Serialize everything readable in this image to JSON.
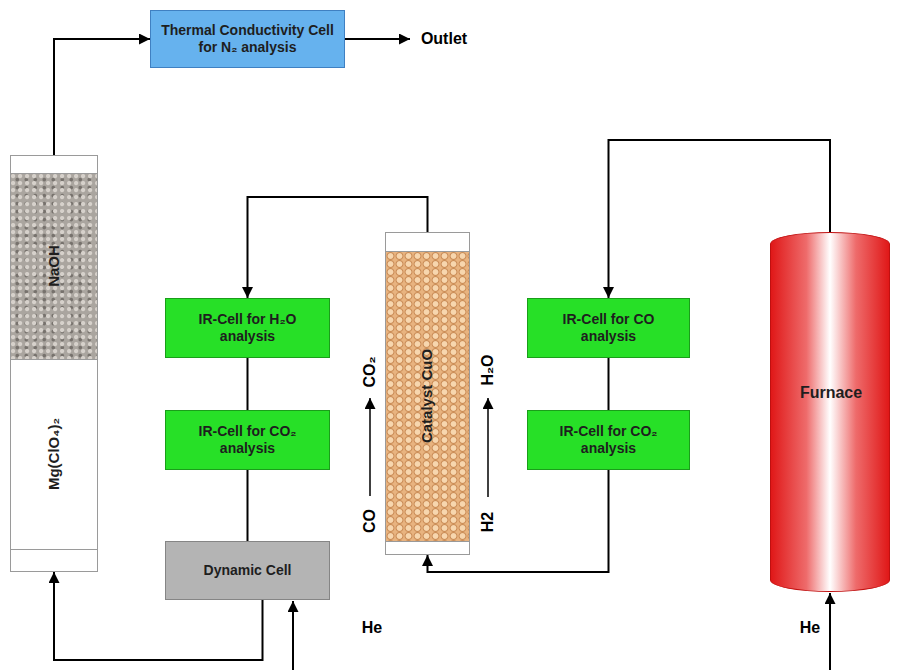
{
  "diagram": {
    "nodes": [
      {
        "text": [
          "Thermal Conductivity Cell for N₂ analysis"
        ]
      },
      {
        "text": [
          "NaOH",
          "Mg(ClO₄)₂"
        ]
      },
      {
        "text": [
          "IR-Cell for H₂O analysis"
        ]
      },
      {
        "text": [
          "IR-Cell for CO₂ analysis"
        ]
      },
      {
        "text": [
          "Dynamic Cell"
        ]
      },
      {
        "text": [
          "Catalyst CuO"
        ]
      },
      {
        "text": [
          "IR-Cell for CO analysis"
        ]
      },
      {
        "text": [
          "IR-Cell for CO₂ analysis"
        ]
      },
      {
        "text": [
          "Furnace"
        ]
      }
    ],
    "edges": [
      {
        "from": 1,
        "to": 0,
        "arrow": "to"
      },
      {
        "from": 5,
        "to": 2,
        "arrow": "to"
      },
      {
        "from": 2,
        "to": 3,
        "arrow": "none"
      },
      {
        "from": 3,
        "to": 4,
        "arrow": "none"
      },
      {
        "from": 4,
        "to": 1,
        "arrow": "to"
      },
      {
        "from": 8,
        "to": 6,
        "arrow": "to"
      },
      {
        "from": 6,
        "to": 7,
        "arrow": "none"
      },
      {
        "from": 7,
        "to": 5,
        "arrow": "to"
      }
    ],
    "labels": [
      "Outlet",
      "CO₂",
      "CO",
      "H₂O",
      "H2",
      "He",
      "He"
    ]
  }
}
